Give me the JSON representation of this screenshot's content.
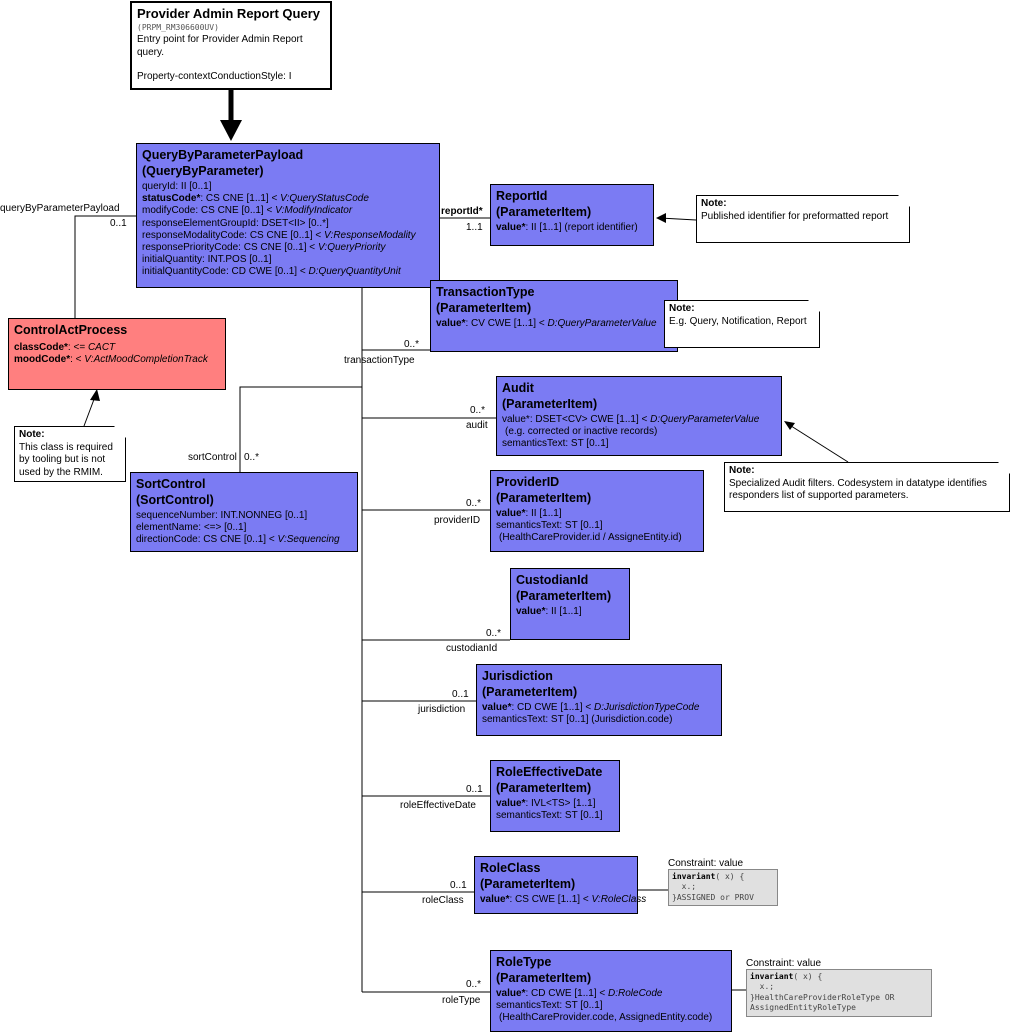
{
  "entry": {
    "title": "Provider Admin Report Query",
    "code": "(PRPM_RM306600UV)",
    "description": "Entry point for Provider Admin Report query.",
    "style": "Property-contextConductionStyle: I"
  },
  "payload": {
    "title": "QueryByParameterPayload",
    "subtitle": "(QueryByParameter)",
    "attrs": [
      {
        "n": "queryId",
        "t": ": II [0..1]",
        "v": ""
      },
      {
        "n": "statusCode*",
        "t": ": CS CNE [1..1] < ",
        "v": "V:QueryStatusCode",
        "bold": true
      },
      {
        "n": "modifyCode",
        "t": ": CS CNE [0..1] < ",
        "v": "V:ModifyIndicator"
      },
      {
        "n": "responseElementGroupId",
        "t": ": DSET<II> [0..*]",
        "v": ""
      },
      {
        "n": "responseModalityCode",
        "t": ": CS CNE [0..1] < ",
        "v": "V:ResponseModality"
      },
      {
        "n": "responsePriorityCode",
        "t": ": CS CNE [0..1] < ",
        "v": "V:QueryPriority"
      },
      {
        "n": "initialQuantity",
        "t": ": INT.POS [0..1]",
        "v": ""
      },
      {
        "n": "initialQuantityCode",
        "t": ": CD CWE [0..1] < ",
        "v": "D:QueryQuantityUnit"
      }
    ]
  },
  "control": {
    "title": "ControlActProcess",
    "attrs": [
      {
        "n": "classCode*",
        "t": ": <= ",
        "v": "CACT",
        "bold": true
      },
      {
        "n": "moodCode*",
        "t": ": < ",
        "v": "V:ActMoodCompletionTrack",
        "bold": true
      }
    ]
  },
  "sort": {
    "title": "SortControl",
    "subtitle": "(SortControl)",
    "attrs": [
      {
        "n": "sequenceNumber",
        "t": ": INT.NONNEG [0..1]",
        "v": ""
      },
      {
        "n": "elementName",
        "t": ": <=> [0..1]",
        "v": ""
      },
      {
        "n": "directionCode",
        "t": ": CS CNE [0..1] < ",
        "v": "V:Sequencing"
      }
    ]
  },
  "items": {
    "reportId": {
      "title": "ReportId",
      "subtitle": "(ParameterItem)",
      "attrs": [
        {
          "n": "value*",
          "t": ": II [1..1] (report identifier)",
          "v": "",
          "bold": true
        }
      ]
    },
    "transactionType": {
      "title": "TransactionType",
      "subtitle": "(ParameterItem)",
      "attrs": [
        {
          "n": "value*",
          "t": ": CV CWE [1..1] < ",
          "v": "D:QueryParameterValue",
          "bold": true
        }
      ]
    },
    "audit": {
      "title": "Audit",
      "subtitle": "(ParameterItem)",
      "attrs": [
        {
          "n": "value*",
          "t": ": DSET<CV> CWE [1..1] < ",
          "v": "D:QueryParameterValue"
        },
        {
          "n": "",
          "t": "(e.g. corrected or inactive records)",
          "v": ""
        },
        {
          "n": "semanticsText",
          "t": ": ST [0..1]",
          "v": ""
        }
      ]
    },
    "providerId": {
      "title": "ProviderID",
      "subtitle": "(ParameterItem)",
      "attrs": [
        {
          "n": "value*",
          "t": ": II [1..1]",
          "v": "",
          "bold": true
        },
        {
          "n": "semanticsText",
          "t": ": ST [0..1]",
          "v": ""
        },
        {
          "n": "",
          "t": "(HealthCareProvider.id / AssigneEntity.id)",
          "v": ""
        }
      ]
    },
    "custodianId": {
      "title": "CustodianId",
      "subtitle": "(ParameterItem)",
      "attrs": [
        {
          "n": "value*",
          "t": ": II [1..1]",
          "v": "",
          "bold": true
        }
      ]
    },
    "jurisdiction": {
      "title": "Jurisdiction",
      "subtitle": "(ParameterItem)",
      "attrs": [
        {
          "n": "value*",
          "t": ": CD CWE [1..1] < ",
          "v": "D:JurisdictionTypeCode",
          "bold": true
        },
        {
          "n": "semanticsText",
          "t": ": ST [0..1] (Jurisdiction.code)",
          "v": ""
        }
      ]
    },
    "roleEffectiveDate": {
      "title": "RoleEffectiveDate",
      "subtitle": "(ParameterItem)",
      "attrs": [
        {
          "n": "value*",
          "t": ": IVL<TS> [1..1]",
          "v": "",
          "bold": true
        },
        {
          "n": "semanticsText",
          "t": ": ST [0..1]",
          "v": ""
        }
      ]
    },
    "roleClass": {
      "title": "RoleClass",
      "subtitle": "(ParameterItem)",
      "attrs": [
        {
          "n": "value*",
          "t": ": CS CWE [1..1] < ",
          "v": "V:RoleClass",
          "bold": true
        }
      ]
    },
    "roleType": {
      "title": "RoleType",
      "subtitle": "(ParameterItem)",
      "attrs": [
        {
          "n": "value*",
          "t": ": CD CWE [1..1] < ",
          "v": "D:RoleCode",
          "bold": true
        },
        {
          "n": "semanticsText",
          "t": ": ST [0..1]",
          "v": ""
        },
        {
          "n": "",
          "t": "(HealthCareProvider.code, AssignedEntity.code)",
          "v": ""
        }
      ]
    }
  },
  "notes": {
    "header": "Note:",
    "control": "This class is required by tooling but is not used by the RMIM.",
    "reportId": "Published identifier for preformatted report",
    "transaction": "E.g. Query, Notification, Report",
    "audit": "Specialized Audit filters. Codesystem in datatype identifies responders list of supported parameters."
  },
  "constraints": {
    "header": "Constraint: value",
    "roleClass": {
      "kw": "invariant",
      "rest": "( x) {\n  x.;\n}ASSIGNED or PROV"
    },
    "roleType": {
      "kw": "invariant",
      "rest": "( x) {\n  x.;\n}HealthCareProviderRoleType OR\nAssignedEntityRoleType"
    }
  },
  "labels": {
    "queryByParameterPayload": "queryByParameterPayload",
    "payloadMult": "0..1",
    "reportIdRole": "reportId*",
    "reportIdMult": "1..1",
    "transactionType": "transactionType",
    "transactionMult": "0..*",
    "audit": "audit",
    "auditMult": "0..*",
    "sortControl": "sortControl",
    "sortMult": "0..*",
    "providerId": "providerID",
    "providerMult": "0..*",
    "custodianId": "custodianId",
    "custodianMult": "0..*",
    "jurisdiction": "jurisdiction",
    "jurisdictionMult": "0..1",
    "roleEffectiveDate": "roleEffectiveDate",
    "roleEffectiveMult": "0..1",
    "roleClass": "roleClass",
    "roleClassMult": "0..1",
    "roleType": "roleType",
    "roleTypeMult": "0..*"
  }
}
